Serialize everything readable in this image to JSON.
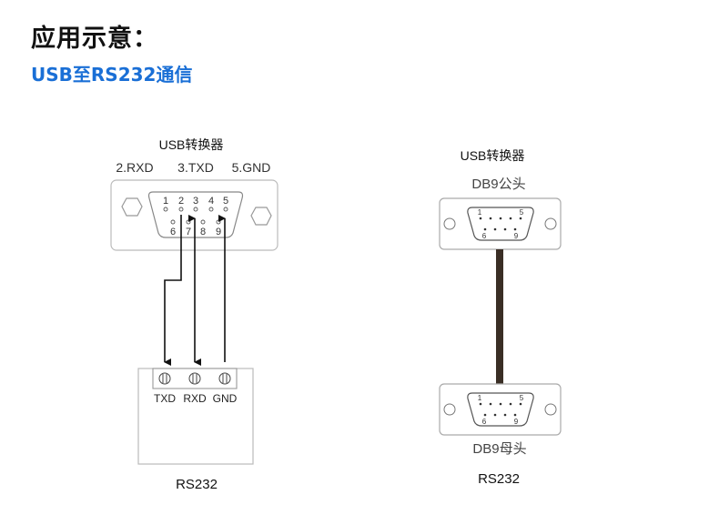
{
  "page": {
    "title": "应用示意：",
    "subtitle": "USB至RS232通信"
  },
  "left_diagram": {
    "converter_label": "USB转换器",
    "pin_legend": [
      "2.RXD",
      "3.TXD",
      "5.GND"
    ],
    "db9_top_pins": [
      "1",
      "2",
      "3",
      "4",
      "5"
    ],
    "db9_bottom_pins": [
      "6",
      "7",
      "8",
      "9"
    ],
    "terminal_labels": [
      "TXD",
      "RXD",
      "GND"
    ],
    "device_label": "RS232"
  },
  "right_diagram": {
    "converter_label": "USB转换器",
    "top_connector_label": "DB9公头",
    "bottom_connector_label": "DB9母头",
    "pin_labels": [
      "1",
      "5",
      "6",
      "9"
    ],
    "device_label": "RS232"
  },
  "colors": {
    "subtitle": "#1a6fd6",
    "cable": "#3a2e25"
  }
}
